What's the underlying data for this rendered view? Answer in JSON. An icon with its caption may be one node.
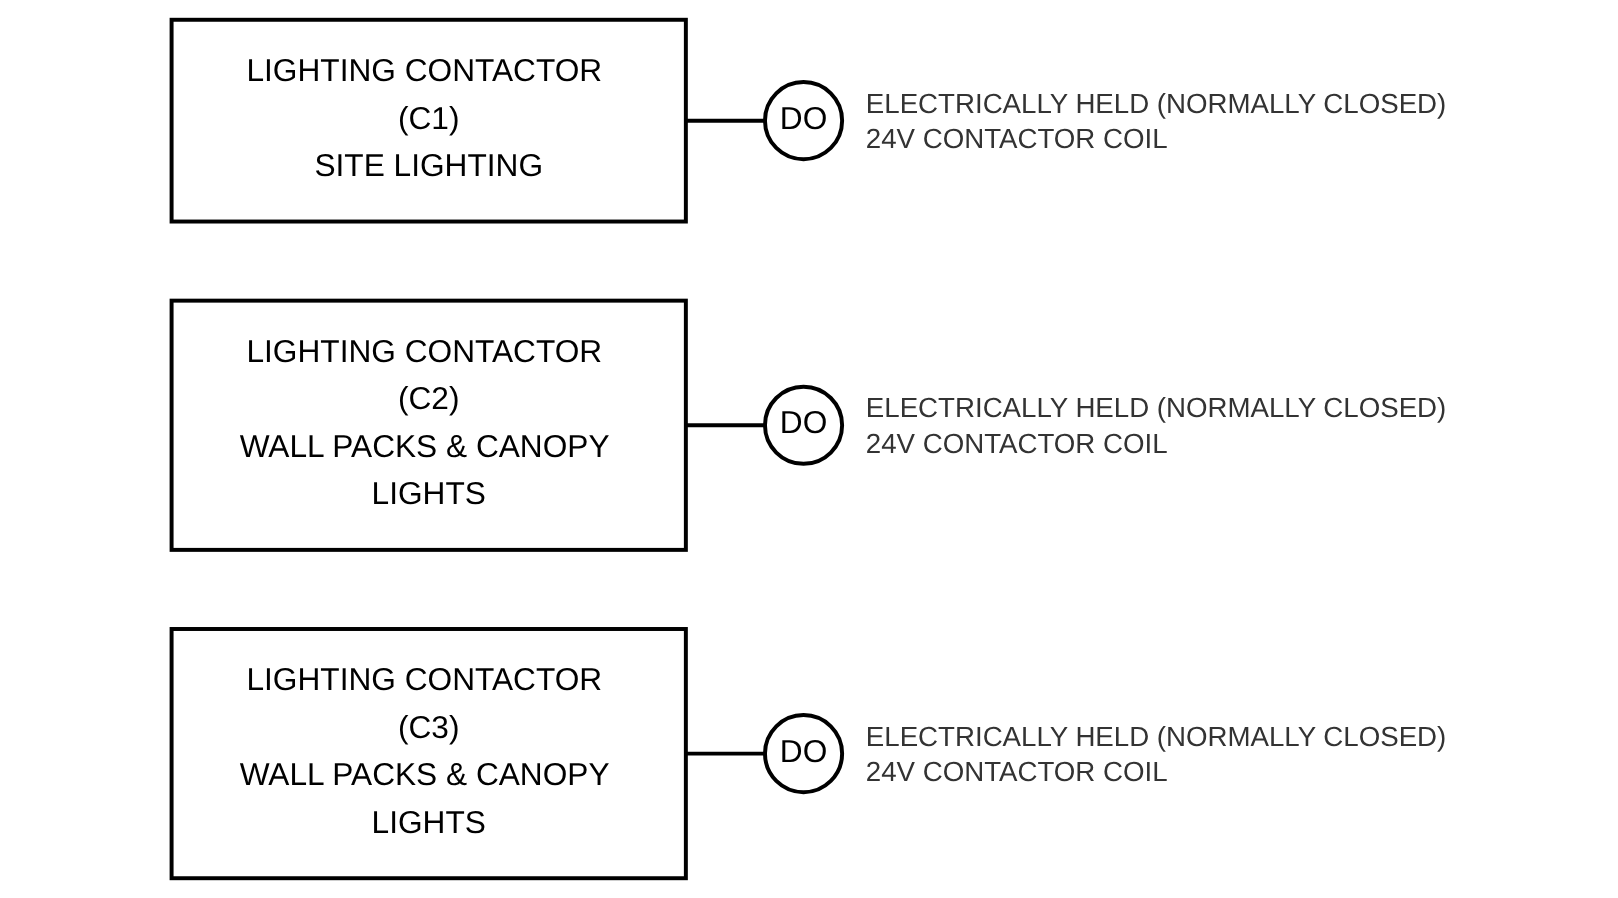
{
  "diagram": {
    "nodes": [
      {
        "text": [
          "LIGHTING CONTACTOR (C1)",
          "SITE LIGHTING"
        ]
      },
      {
        "text": [
          "DO"
        ],
        "beside": [
          "ELECTRICALLY HELD (NORMALLY CLOSED) 24V CONTACTOR COIL"
        ]
      },
      {
        "text": [
          "LIGHTING CONTACTOR (C2)",
          "WALL PACKS & CANOPY LIGHTS"
        ]
      },
      {
        "text": [
          "DO"
        ],
        "beside": [
          "ELECTRICALLY HELD (NORMALLY CLOSED) 24V CONTACTOR COIL"
        ]
      },
      {
        "text": [
          "LIGHTING CONTACTOR (C3)",
          "WALL PACKS & CANOPY LIGHTS"
        ]
      },
      {
        "text": [
          "DO"
        ],
        "beside": [
          "ELECTRICALLY HELD (NORMALLY CLOSED) 24V CONTACTOR COIL"
        ]
      }
    ],
    "edges": [
      {
        "from": 0,
        "to": 1,
        "arrow": "none"
      },
      {
        "from": 2,
        "to": 3,
        "arrow": "none"
      },
      {
        "from": 4,
        "to": 5,
        "arrow": "none"
      }
    ]
  }
}
